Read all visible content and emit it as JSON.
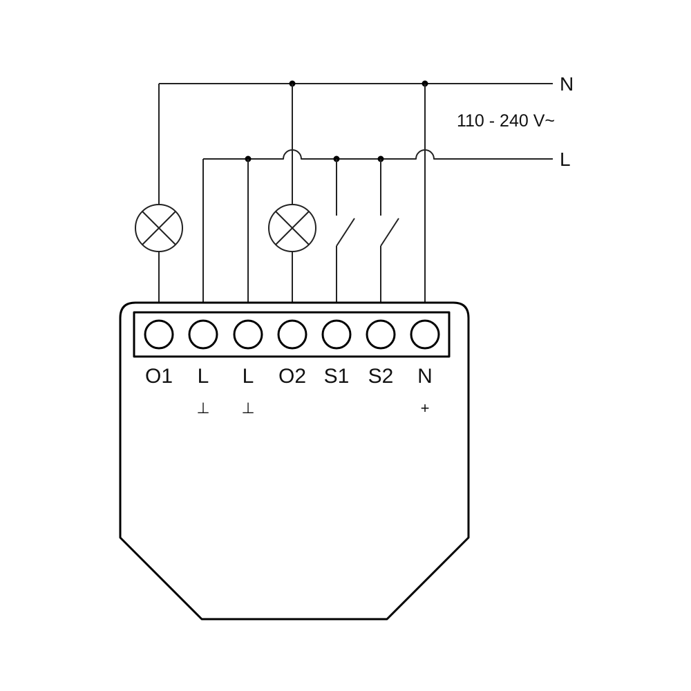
{
  "lines": {
    "neutral_label": "N",
    "live_label": "L",
    "voltage": "110 - 240 V~"
  },
  "terminals": [
    {
      "label": "O1",
      "sub": ""
    },
    {
      "label": "L",
      "sub": "⊥"
    },
    {
      "label": "L",
      "sub": "⊥"
    },
    {
      "label": "O2",
      "sub": ""
    },
    {
      "label": "S1",
      "sub": ""
    },
    {
      "label": "S2",
      "sub": ""
    },
    {
      "label": "N",
      "sub": "+"
    }
  ],
  "colors": {
    "line": "#222222",
    "background": "#ffffff"
  }
}
